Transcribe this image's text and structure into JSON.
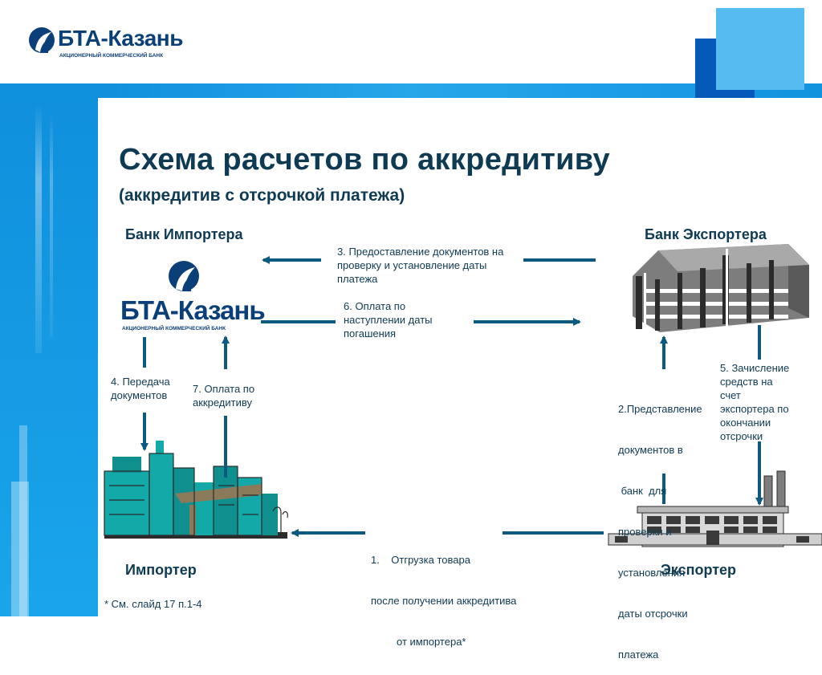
{
  "header": {
    "logo_name": "БТА-Казань",
    "logo_tagline": "АКЦИОНЕРНЫЙ КОММЕРЧЕСКИЙ БАНК"
  },
  "title": "Схема расчетов по аккредитиву",
  "subtitle": "(аккредитив с отсрочкой платежа)",
  "nodes": {
    "importer_bank": "Банк Импортера",
    "exporter_bank": "Банк Экспортера",
    "importer": "Импортер",
    "exporter": "Экспортер"
  },
  "bank_logo": {
    "name": "БТА-Казань",
    "tagline": "АКЦИОНЕРНЫЙ КОММЕРЧЕСКИЙ БАНК"
  },
  "steps": {
    "s1": [
      "1.    Отгрузка товара",
      "после получении аккредитива",
      "от импортера*"
    ],
    "s2": [
      "2.Представление",
      "документов в",
      " банк  для",
      "проверки и",
      "установления",
      "даты отсрочки",
      "платежа"
    ],
    "s3": [
      "3. Предоставление документов на",
      "проверку и установление даты",
      "платежа"
    ],
    "s4": [
      "4. Передача",
      "документов"
    ],
    "s5": [
      "5. Зачисление",
      "средств на",
      "счет",
      "экспортера по",
      "окончании",
      "отсрочки"
    ],
    "s6": [
      "6. Оплата  по",
      "наступлении даты",
      "погашения"
    ],
    "s7": [
      "7.  Оплата по",
      "аккредитиву"
    ]
  },
  "footnote": "* См. слайд 17 п.1-4",
  "colors": {
    "primary_text": "#0e3a53",
    "arrow": "#0d5a80",
    "band_blue": "#0a7fd0",
    "band_light": "#3fb2ee",
    "band_dark": "#0559b8",
    "importer_teal": "#12a9a8"
  }
}
